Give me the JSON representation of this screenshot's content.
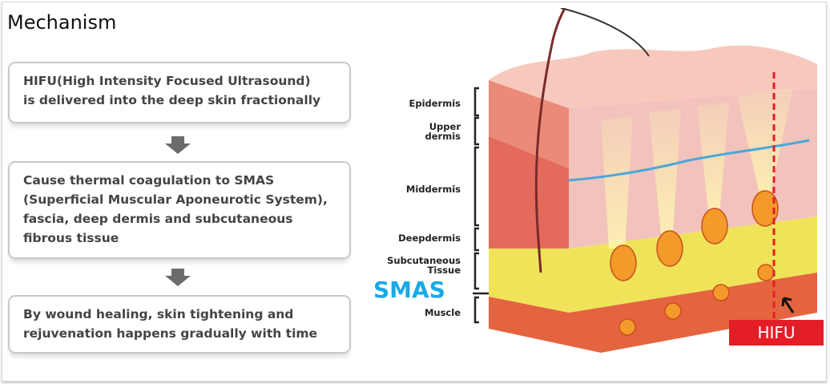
{
  "title": "Mechanism",
  "steps": [
    {
      "line1": "HIFU(High Intensity Focused Ultrasound)",
      "line2": "is delivered into the deep skin fractionally"
    },
    {
      "line1": "Cause thermal coagulation to SMAS",
      "line2": "(Superficial Muscular Aponeurotic System),",
      "line3": "fascia, deep dermis and subcutaneous",
      "line4": "fibrous tissue"
    },
    {
      "line1": "By wound healing, skin tightening and",
      "line2": "rejuvenation happens gradually with time"
    }
  ],
  "layers": {
    "epidermis": "Epidermis",
    "upper1": "Upper",
    "upper2": "dermis",
    "middermis": "Middermis",
    "deepdermis": "Deepdermis",
    "subcut1": "Subcutaneous",
    "subcut2": "Tissue",
    "muscle": "Muscle"
  },
  "smas": "SMAS",
  "hifu": "HIFU",
  "colors": {
    "smas": "#19a9e6",
    "hifu": "#e41e26"
  }
}
